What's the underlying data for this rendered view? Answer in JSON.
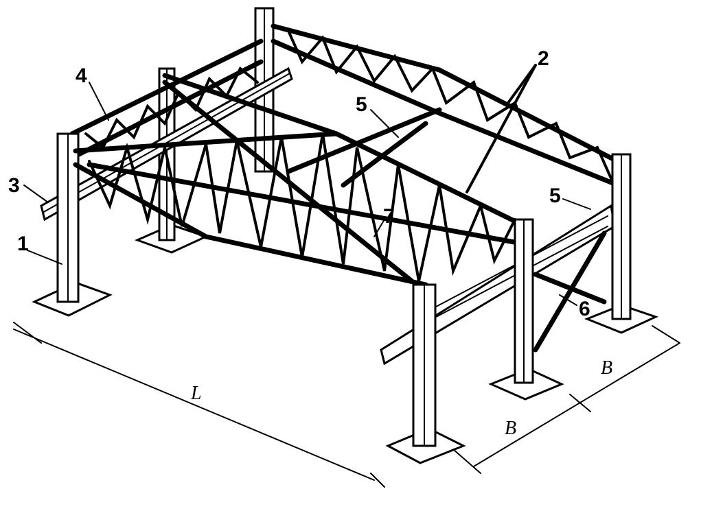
{
  "labels": {
    "column": "1",
    "trusses": "2",
    "crane_beam": "3",
    "top_truss": "4",
    "purlin_top": "5",
    "purlin_side": "5",
    "brace_vertical": "6",
    "brace_roof": "7"
  },
  "dimensions": {
    "span": "L",
    "bay_1": "B",
    "bay_2": "B"
  }
}
